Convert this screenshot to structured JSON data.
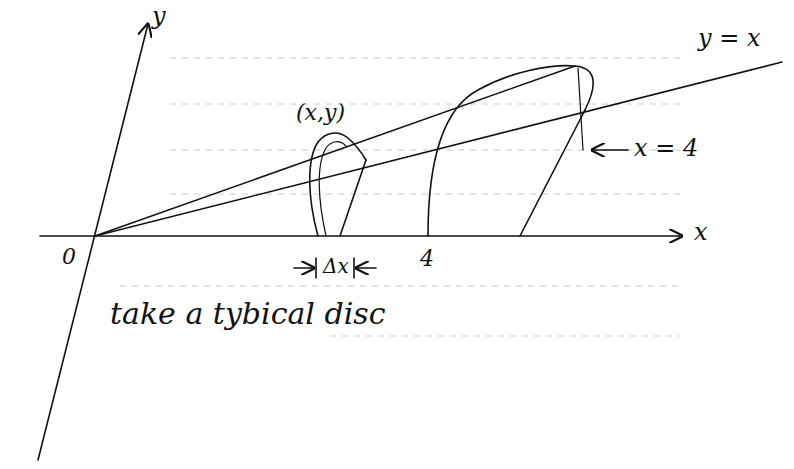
{
  "diagram": {
    "labels": [
      "y",
      "(x,y)",
      "y = x",
      "x = 4",
      "0",
      "4",
      "Δx",
      "x",
      "take a tybical disc"
    ]
  }
}
